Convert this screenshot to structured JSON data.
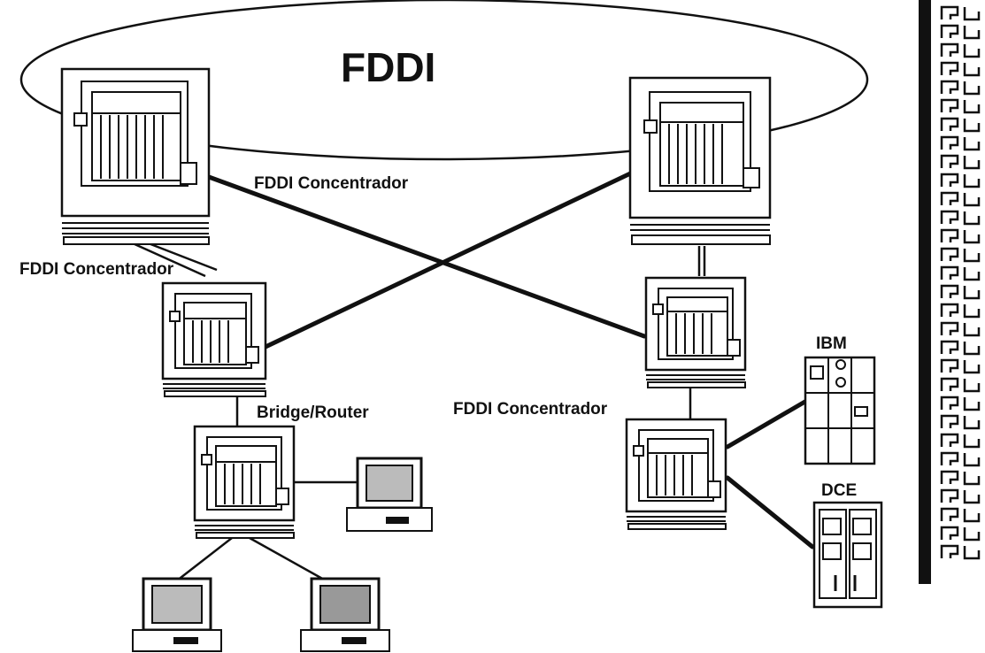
{
  "diagram": {
    "ring_label": "FDDI",
    "labels": {
      "concentrator_top": "FDDI Concentrador",
      "concentrator_left": "FDDI Concentrador",
      "bridge_router": "Bridge/Router",
      "concentrator_right": "FDDI Concentrador",
      "ibm": "IBM",
      "dce": "DCE"
    },
    "devices": [
      "FDDI concentrator (ring, left)",
      "FDDI concentrator (ring, right)",
      "FDDI concentrator (middle left)",
      "FDDI concentrator (middle right)",
      "bridge/router",
      "FDDI concentrator (lower right)",
      "workstation",
      "workstation",
      "workstation",
      "IBM mainframe",
      "DCE system"
    ]
  }
}
